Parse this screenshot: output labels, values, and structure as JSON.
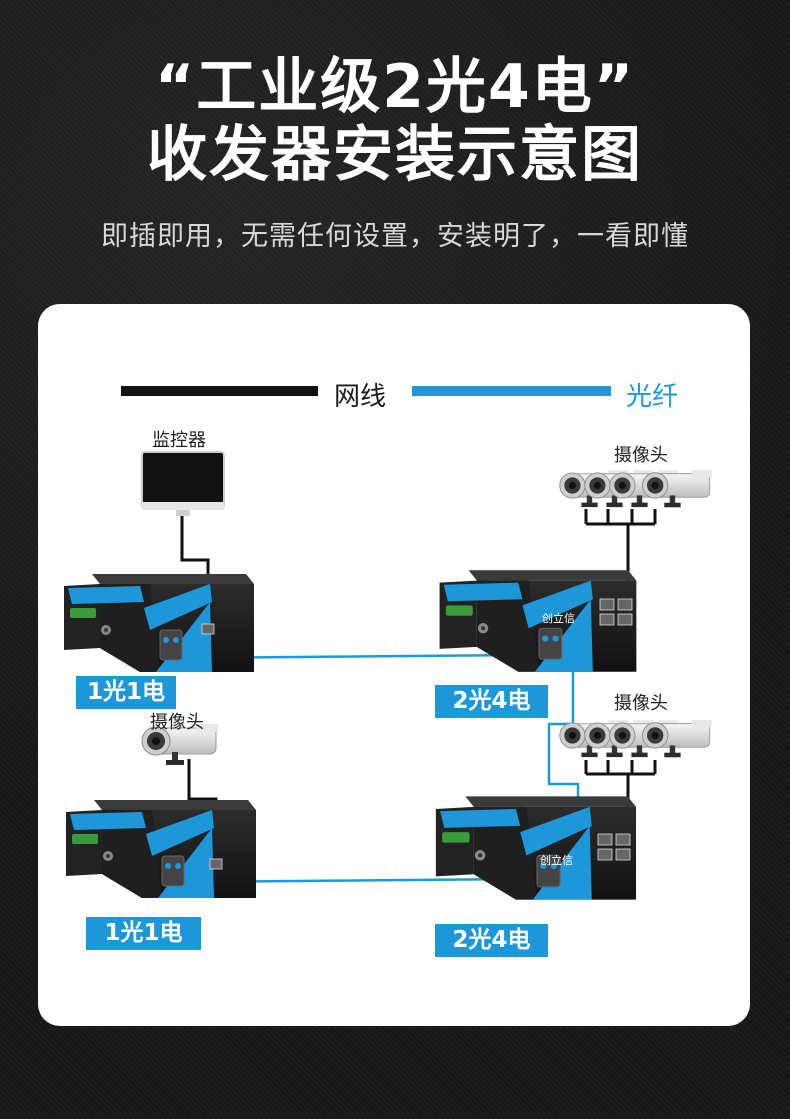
{
  "header": {
    "title_line1": "“工业级2光4电”",
    "title_line2": "收发器安装示意图",
    "subtitle": "即插即用，无需任何设置，安装明了，一看即懂"
  },
  "legend": {
    "network_cable_label": "网线",
    "fiber_label": "光纤",
    "network_cable_color": "#111111",
    "fiber_color": "#1e9ad8"
  },
  "devices": {
    "monitor_label": "监控器",
    "camera_label": "摄像头",
    "transceiver_1_badge": "1光1电",
    "transceiver_2_badge": "2光4电",
    "transceiver_3_badge": "1光1电",
    "transceiver_4_badge": "2光4电",
    "brand_mark": "创立信"
  },
  "colors": {
    "accent_blue": "#1e97d8",
    "device_body": "#1b1b1b",
    "card_bg": "#ffffff"
  }
}
